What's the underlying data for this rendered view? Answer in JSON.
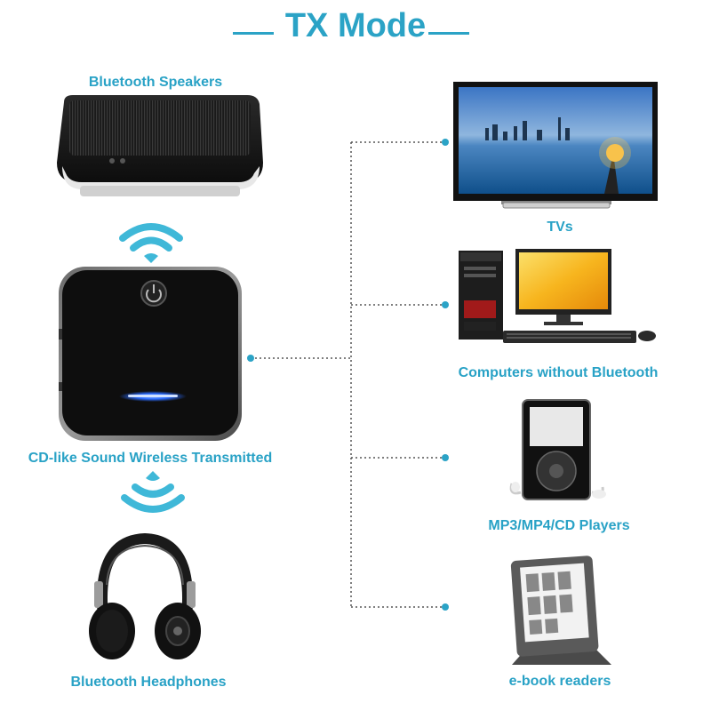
{
  "title": "TX Mode",
  "labels": {
    "speakers": "Bluetooth Speakers",
    "transmitter": "CD-like Sound Wireless Transmitted",
    "headphones": "Bluetooth Headphones",
    "tvs": "TVs",
    "computers": "Computers without Bluetooth",
    "players": "MP3/MP4/CD Players",
    "ebook": "e-book readers"
  },
  "colors": {
    "accent": "#2ba3c6",
    "device_black": "#111111",
    "led_blue": "#2a6bff"
  },
  "icons": [
    "speaker-icon",
    "wifi-signal-icon",
    "transmitter-device",
    "headphones-icon",
    "tv-icon",
    "computer-icon",
    "mp3-player-icon",
    "ebook-reader-icon"
  ]
}
